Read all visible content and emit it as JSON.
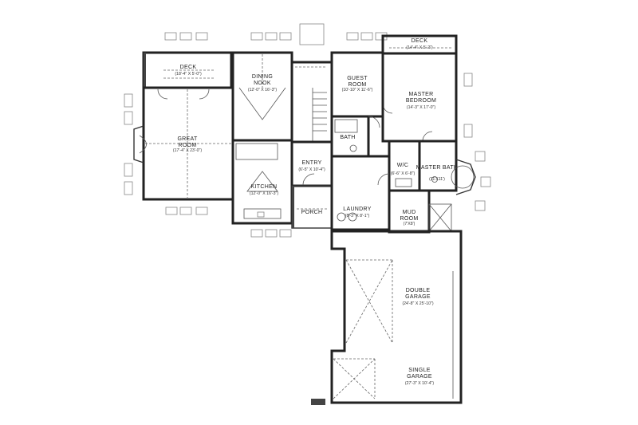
{
  "rooms": {
    "deck_left": {
      "name": "DECK",
      "dims": "(18'-4\" X 5'-0\")"
    },
    "dining_nook": {
      "name": "DINING NOOK",
      "dims": "(12'-0\" X 16'-3\")"
    },
    "guest_room": {
      "name": "GUEST ROOM",
      "dims": "(10'-10\" X 11'-6\")"
    },
    "deck_right": {
      "name": "DECK",
      "dims": "(14'-4\" X 5'-2\")"
    },
    "master_bedroom": {
      "name": "MASTER BEDROOM",
      "dims": "(14'-3\" X 17'-0\")"
    },
    "great_room": {
      "name": "GREAT ROOM",
      "dims": "(17'-4\" X 23'-0\")"
    },
    "bath": {
      "name": "BATH"
    },
    "wic": {
      "name": "W/C",
      "dims": "(6'-6\" X 6'-8\")"
    },
    "master_bath": {
      "name": "MASTER BATH",
      "dims": "(11'X11')"
    },
    "entry": {
      "name": "ENTRY",
      "dims": "(6'-5\" X 10'-4\")"
    },
    "kitchen": {
      "name": "KITCHEN",
      "dims": "(12'-0\" X 16'-3\")"
    },
    "porch": {
      "name": "PORCH"
    },
    "laundry": {
      "name": "LAUNDRY",
      "dims": "(8'-3\" X 8'-1\")"
    },
    "mud_room": {
      "name": "MUD ROOM",
      "dims": "(7'X8')"
    },
    "double_garage": {
      "name": "DOUBLE GARAGE",
      "dims": "(24'-8\" X 25'-10\")"
    },
    "single_garage": {
      "name": "SINGLE GARAGE",
      "dims": "(27'-3\" X 10'-4\")"
    }
  }
}
